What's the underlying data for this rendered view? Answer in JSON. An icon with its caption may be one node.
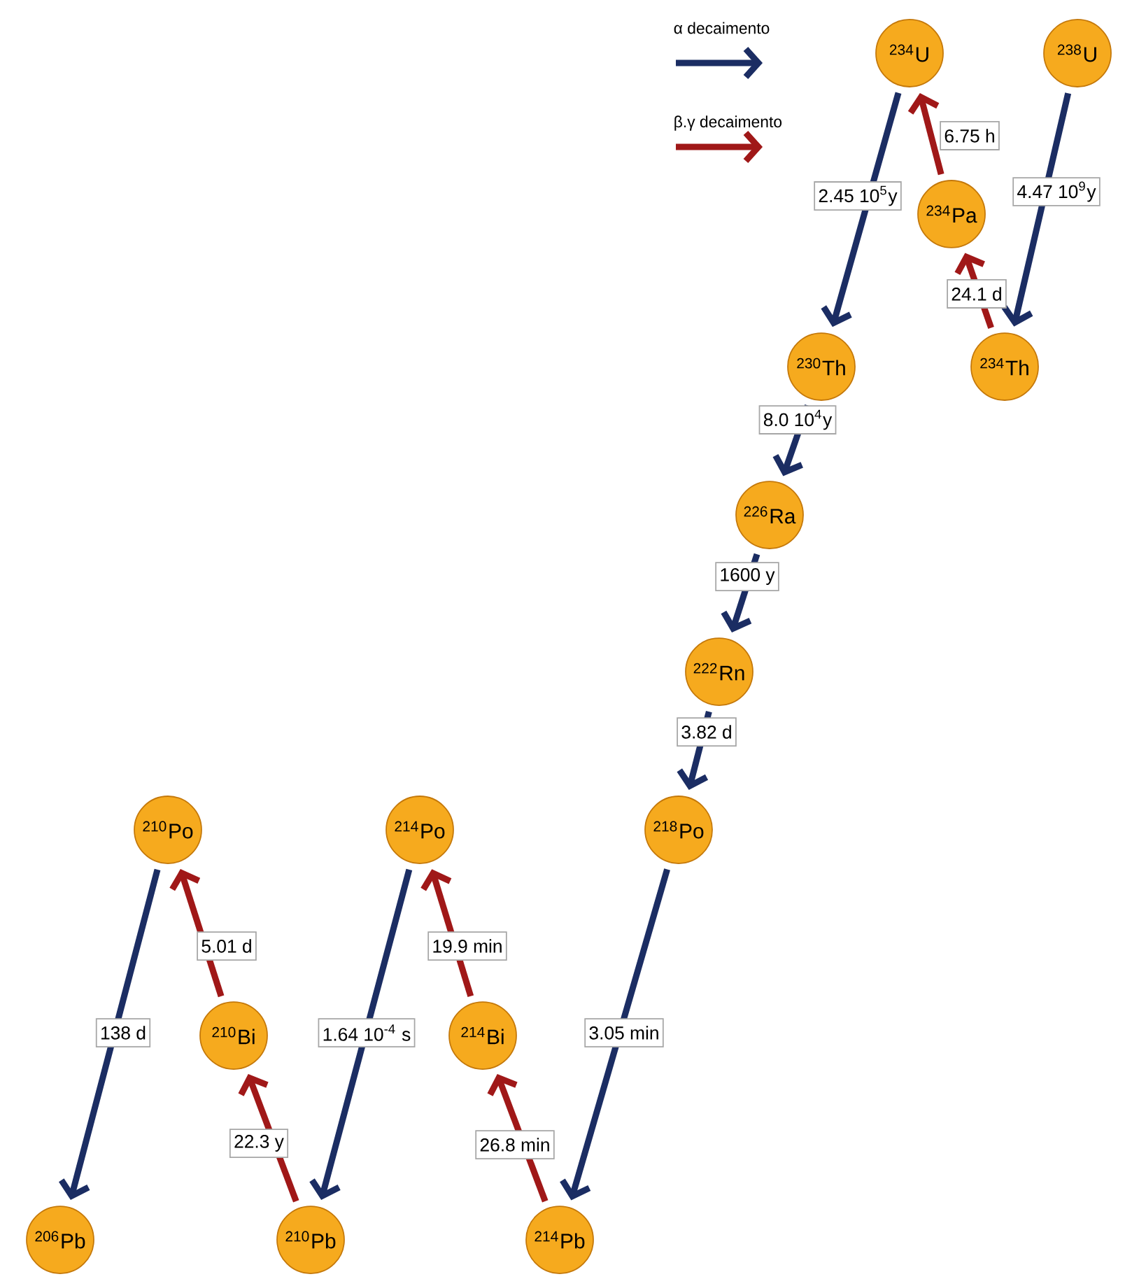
{
  "diagram": {
    "nodes": [
      {
        "text": [
          "$^{234}$U"
        ]
      },
      {
        "text": [
          "$^{238}$U"
        ]
      },
      {
        "text": [
          "$^{234}$Pa"
        ]
      },
      {
        "text": [
          "$^{230}$Th"
        ]
      },
      {
        "text": [
          "$^{234}$Th"
        ]
      },
      {
        "text": [
          "$^{226}$Ra"
        ]
      },
      {
        "text": [
          "$^{222}$Rn"
        ]
      },
      {
        "text": [
          "$^{210}$Po"
        ]
      },
      {
        "text": [
          "$^{214}$Po"
        ]
      },
      {
        "text": [
          "$^{218}$Po"
        ]
      },
      {
        "text": [
          "$^{210}$Bi"
        ]
      },
      {
        "text": [
          "$^{214}$Bi"
        ]
      },
      {
        "text": [
          "$^{206}$Pb"
        ]
      },
      {
        "text": [
          "$^{210}$Pb"
        ]
      },
      {
        "text": [
          "$^{214}$Pb"
        ]
      }
    ],
    "edges": [
      {
        "from": 1,
        "to": 4,
        "arrow": "to",
        "label": "4.47 10$^{9}$y"
      },
      {
        "from": 4,
        "to": 2,
        "arrow": "to",
        "label": "24.1 d",
        "color": "#a01818"
      },
      {
        "from": 2,
        "to": 0,
        "arrow": "to",
        "label": "6.75 h",
        "color": "#a01818"
      },
      {
        "from": 0,
        "to": 3,
        "arrow": "to",
        "label": "2.45 10$^{5}$y"
      },
      {
        "from": 3,
        "to": 5,
        "arrow": "to",
        "label": "8.0 10$^{4}$y"
      },
      {
        "from": 5,
        "to": 6,
        "arrow": "to",
        "label": "1600 y"
      },
      {
        "from": 6,
        "to": 9,
        "arrow": "to",
        "label": "3.82 d"
      },
      {
        "from": 9,
        "to": 14,
        "arrow": "to",
        "label": "3.05 min"
      },
      {
        "from": 14,
        "to": 11,
        "arrow": "to",
        "label": "26.8 min",
        "color": "#a01818"
      },
      {
        "from": 11,
        "to": 8,
        "arrow": "to",
        "label": "19.9 min",
        "color": "#a01818"
      },
      {
        "from": 8,
        "to": 13,
        "arrow": "to",
        "label": "1.64 10$^{-4}$ s"
      },
      {
        "from": 13,
        "to": 10,
        "arrow": "to",
        "label": "22.3 y",
        "color": "#a01818"
      },
      {
        "from": 10,
        "to": 7,
        "arrow": "to",
        "label": "5.01 d",
        "color": "#a01818"
      },
      {
        "from": 7,
        "to": 12,
        "arrow": "to",
        "label": "138 d"
      }
    ],
    "legend": [
      {
        "text": "α decaimento",
        "color": "#1b2d63"
      },
      {
        "text": "β.γ decaimento",
        "color": "#a01818"
      }
    ]
  }
}
